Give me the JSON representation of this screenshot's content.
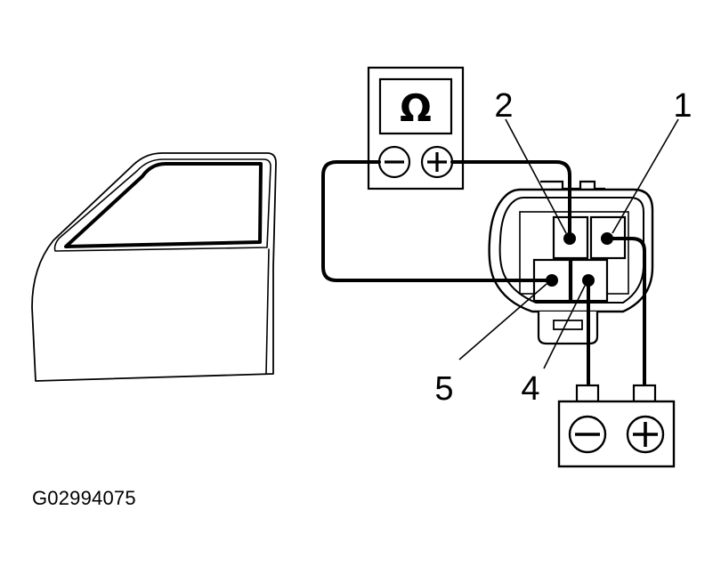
{
  "meter": {
    "display_symbol": "Ω",
    "neg_symbol": "−",
    "pos_symbol": "+"
  },
  "battery": {
    "neg_symbol": "−",
    "pos_symbol": "+"
  },
  "pin_labels": {
    "p1": "1",
    "p2": "2",
    "p4": "4",
    "p5": "5"
  },
  "figure_id": "G02994075"
}
